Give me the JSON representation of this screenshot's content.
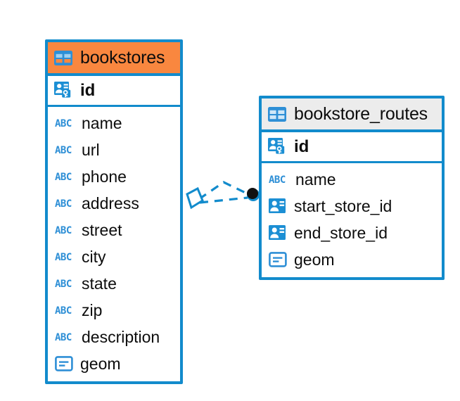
{
  "diagram": {
    "type": "entity-relationship-diagram",
    "background_color": "#ffffff",
    "accent_color": "#128BCC",
    "highlight_color": "#F9873F",
    "header_plain_color": "#ECECEC"
  },
  "tables": [
    {
      "name": "bookstores",
      "header_style": "accent",
      "primary_key": {
        "label": "id",
        "icon": "primary-key-icon"
      },
      "fields": [
        {
          "label": "name",
          "icon": "abc-text-icon"
        },
        {
          "label": "url",
          "icon": "abc-text-icon"
        },
        {
          "label": "phone",
          "icon": "abc-text-icon"
        },
        {
          "label": "address",
          "icon": "abc-text-icon"
        },
        {
          "label": "street",
          "icon": "abc-text-icon"
        },
        {
          "label": "city",
          "icon": "abc-text-icon"
        },
        {
          "label": "state",
          "icon": "abc-text-icon"
        },
        {
          "label": "zip",
          "icon": "abc-text-icon"
        },
        {
          "label": "description",
          "icon": "abc-text-icon"
        },
        {
          "label": "geom",
          "icon": "geometry-icon"
        }
      ]
    },
    {
      "name": "bookstore_routes",
      "header_style": "plain",
      "primary_key": {
        "label": "id",
        "icon": "primary-key-icon"
      },
      "fields": [
        {
          "label": "name",
          "icon": "abc-text-icon"
        },
        {
          "label": "start_store_id",
          "icon": "foreign-key-icon"
        },
        {
          "label": "end_store_id",
          "icon": "foreign-key-icon"
        },
        {
          "label": "geom",
          "icon": "geometry-icon"
        }
      ]
    }
  ],
  "relationship": {
    "source_table": "bookstores",
    "target_table": "bookstore_routes",
    "source_marker": "diamond-marker",
    "target_marker": "filled-circle-marker",
    "line_style": "dashed",
    "line_color": "#128BCC"
  }
}
